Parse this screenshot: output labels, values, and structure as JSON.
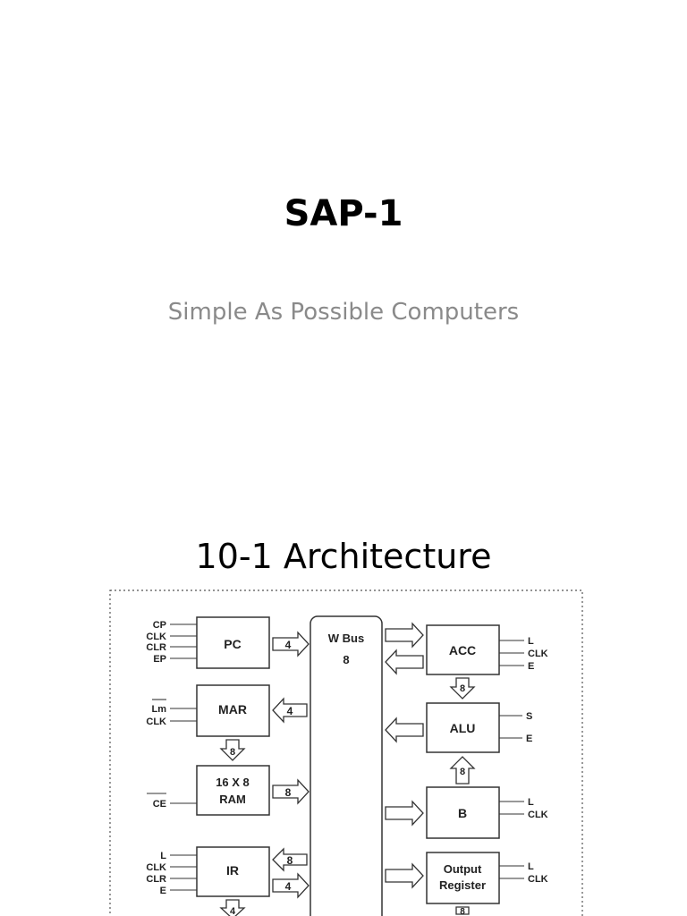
{
  "slide1": {
    "title": "SAP-1",
    "subtitle": "Simple As Possible Computers"
  },
  "slide2": {
    "title": "10-1 Architecture",
    "diagram": {
      "bus": {
        "label": "W Bus",
        "width": "8"
      },
      "blocks": {
        "pc": "PC",
        "mar": "MAR",
        "ram_line1": "16 X 8",
        "ram_line2": "RAM",
        "ir": "IR",
        "acc": "ACC",
        "alu": "ALU",
        "b": "B",
        "out_line1": "Output",
        "out_line2": "Register"
      },
      "bus_widths": {
        "pc_bus": "4",
        "mar_bus": "4",
        "mar_ram": "8",
        "ram_bus": "8",
        "ir_bus_in": "8",
        "ir_bus_out": "4",
        "ir_down": "4",
        "acc_alu": "8",
        "b_alu": "8",
        "out_down": "8"
      },
      "signals": {
        "pc": [
          "CP",
          "CLK",
          "CLR",
          "EP"
        ],
        "mar": [
          "Lm",
          "CLK"
        ],
        "ram": [
          "CE"
        ],
        "ir": [
          "L",
          "CLK",
          "CLR",
          "E"
        ],
        "acc": [
          "L",
          "CLK",
          "E"
        ],
        "alu": [
          "S",
          "E"
        ],
        "b": [
          "L",
          "CLK"
        ],
        "out": [
          "L",
          "CLK"
        ]
      }
    }
  }
}
